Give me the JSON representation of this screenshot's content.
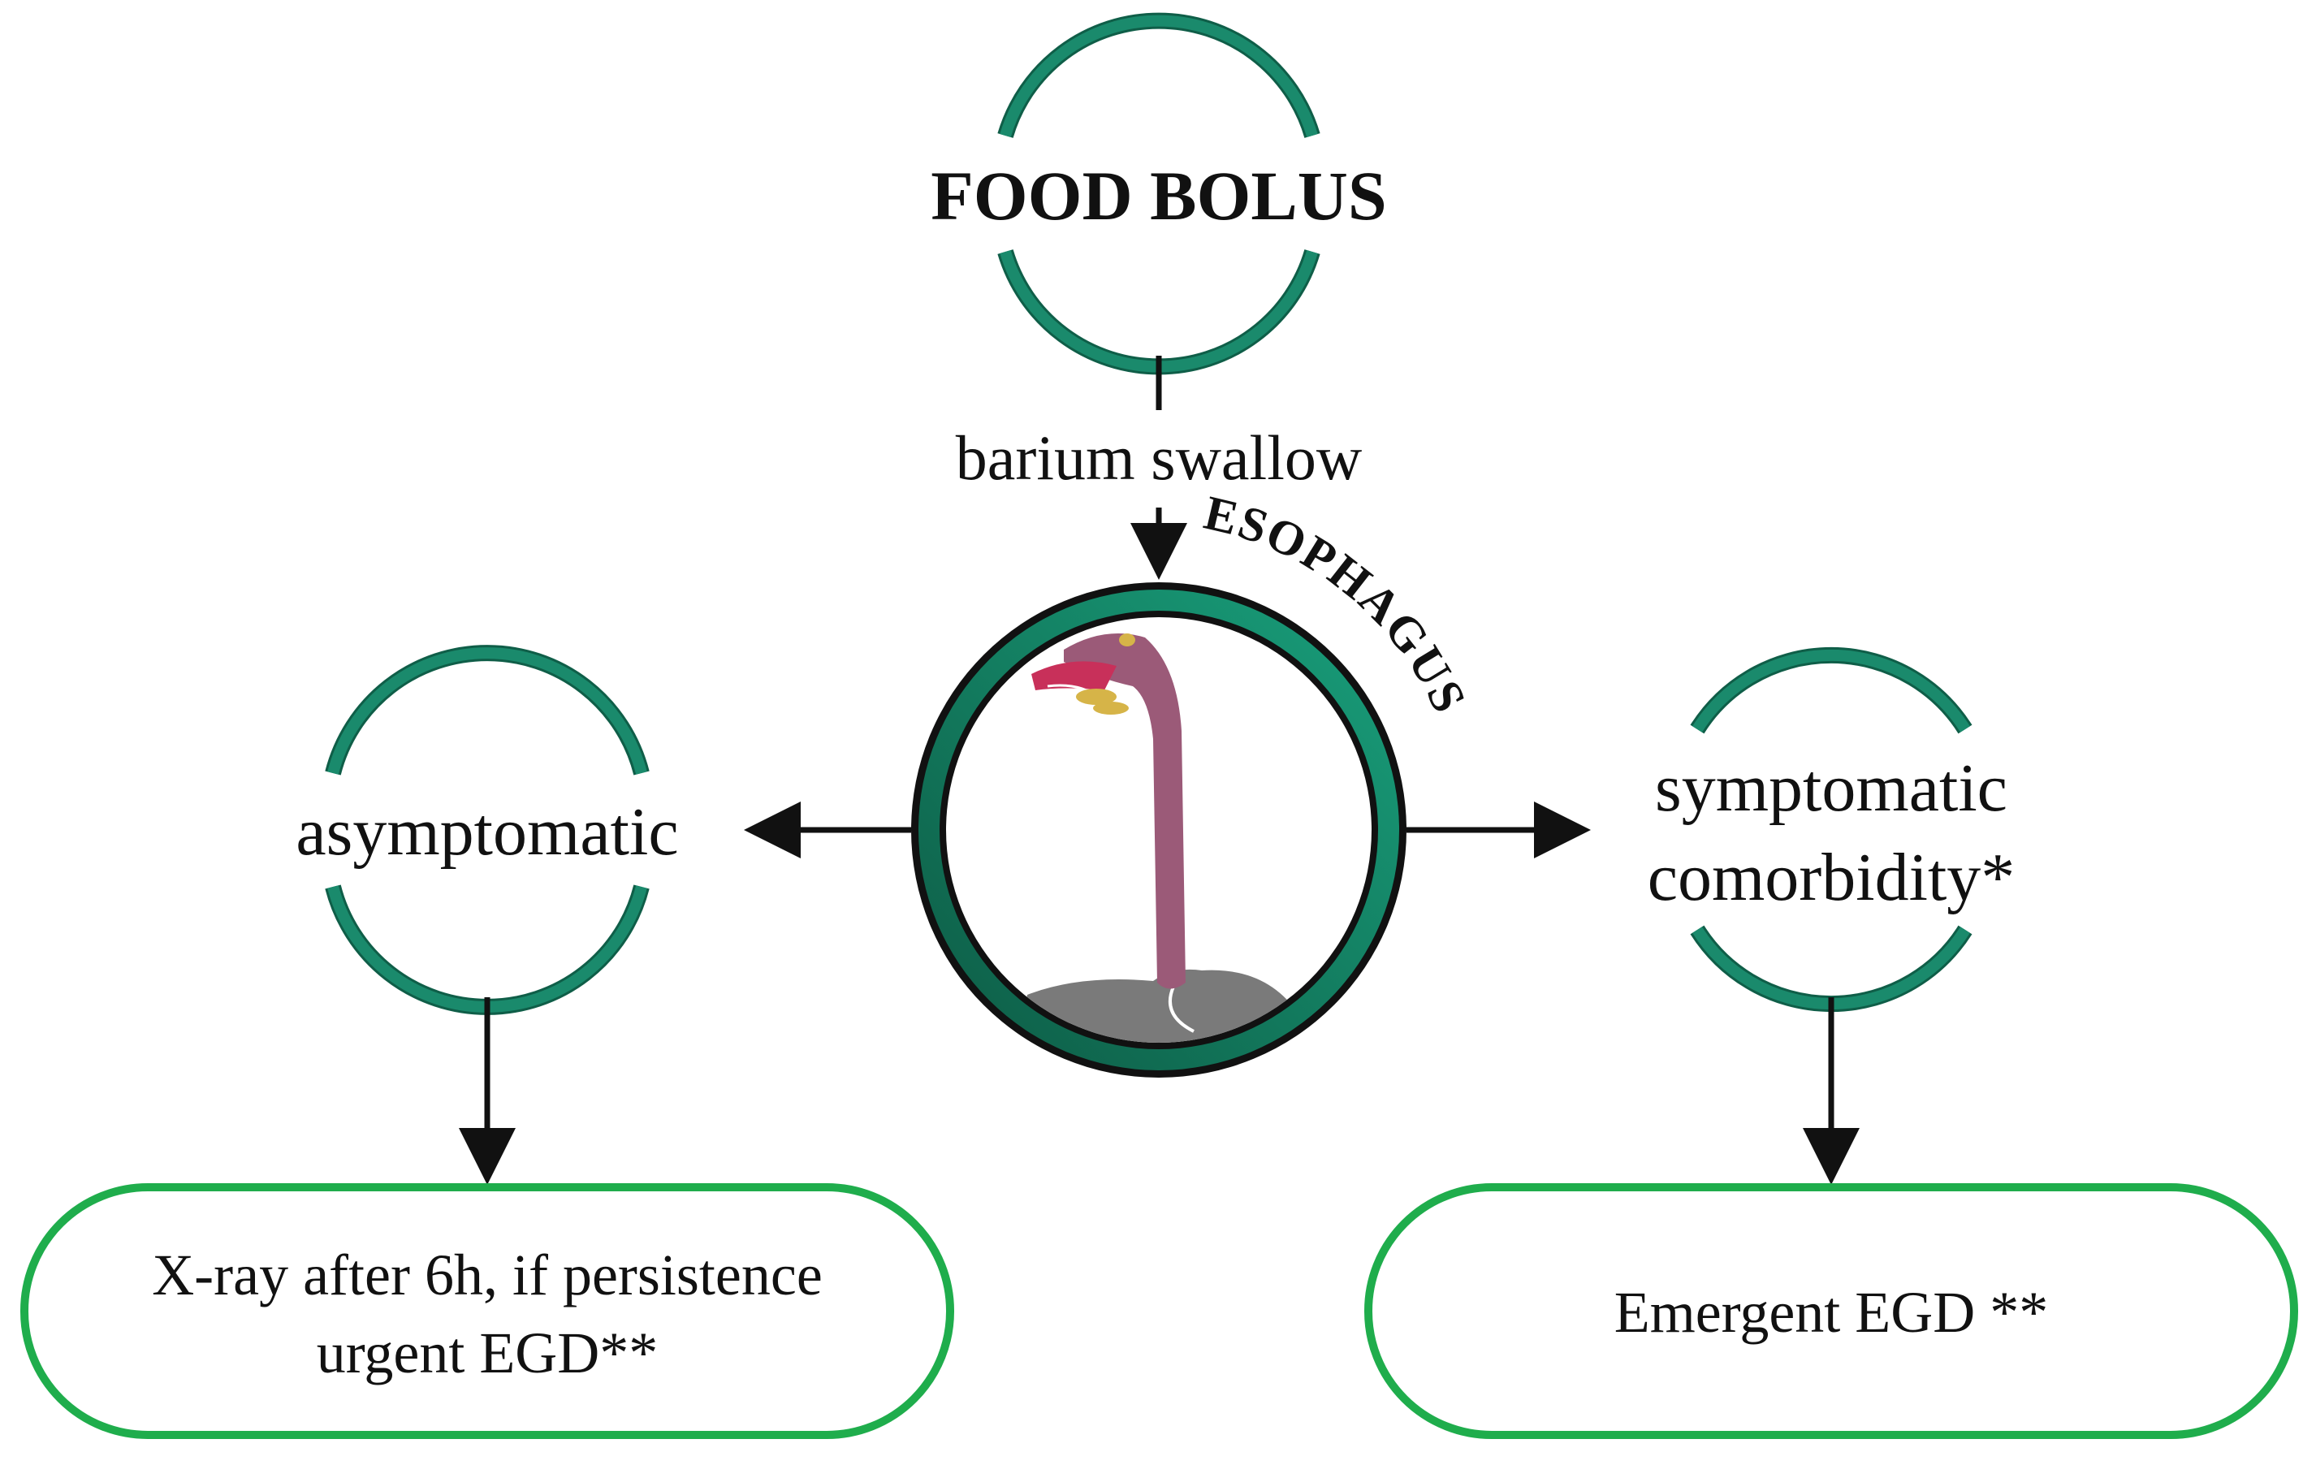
{
  "nodes": {
    "top": {
      "label": "FOOD BOLUS"
    },
    "edge_label": {
      "label": "barium swallow"
    },
    "center": {
      "curved_label": "ESOPHAGUS"
    },
    "left": {
      "label": "asymptomatic"
    },
    "right": {
      "line1": "symptomatic",
      "line2": "comorbidity*"
    },
    "left_box": {
      "line1": "X-ray after 6h, if persistence",
      "line2": "urgent EGD**"
    },
    "right_box": {
      "label": "Emergent EGD **"
    }
  },
  "colors": {
    "ring_teal": "#1a8a6c",
    "ring_dark": "#0f5e48",
    "box_green": "#1fad4c",
    "esophagus": "#9b5a78",
    "stomach": "#7a7a7a",
    "tongue_red": "#c8305a",
    "fat_yellow": "#d6b448",
    "arrow": "#111111"
  }
}
